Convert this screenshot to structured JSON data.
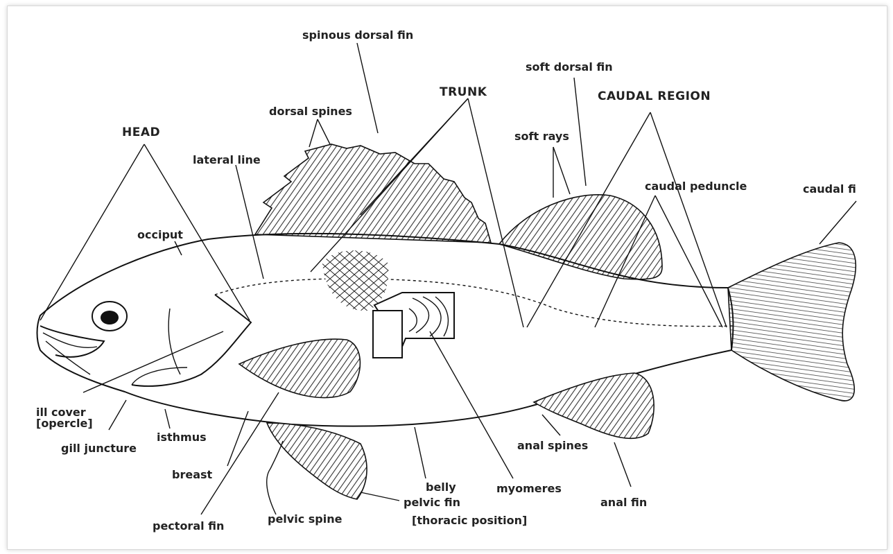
{
  "labels": {
    "spinous_dorsal_fin": "spinous dorsal fin",
    "dorsal_spines": "dorsal spines",
    "trunk": "TRUNK",
    "soft_dorsal_fin": "soft dorsal fin",
    "caudal_region": "CAUDAL REGION",
    "head": "HEAD",
    "lateral_line": "lateral line",
    "soft_rays": "soft rays",
    "caudal_peduncle": "caudal peduncle",
    "caudal_fin": "caudal fi",
    "occiput": "occiput",
    "gill_cover": "ill cover",
    "opercle": "[opercle]",
    "gill_juncture": "gill juncture",
    "isthmus": "isthmus",
    "breast": "breast",
    "pectoral_fin": "pectoral fin",
    "pelvic_spine": "pelvic spine",
    "belly": "belly",
    "pelvic_fin": "pelvic fin",
    "thoracic_position": "[thoracic position]",
    "myomeres": "myomeres",
    "anal_spines": "anal spines",
    "anal_fin": "anal fin"
  },
  "colors": {
    "ink": "#111111",
    "fin_shade": "#3a3a3a",
    "paper": "#ffffff"
  }
}
